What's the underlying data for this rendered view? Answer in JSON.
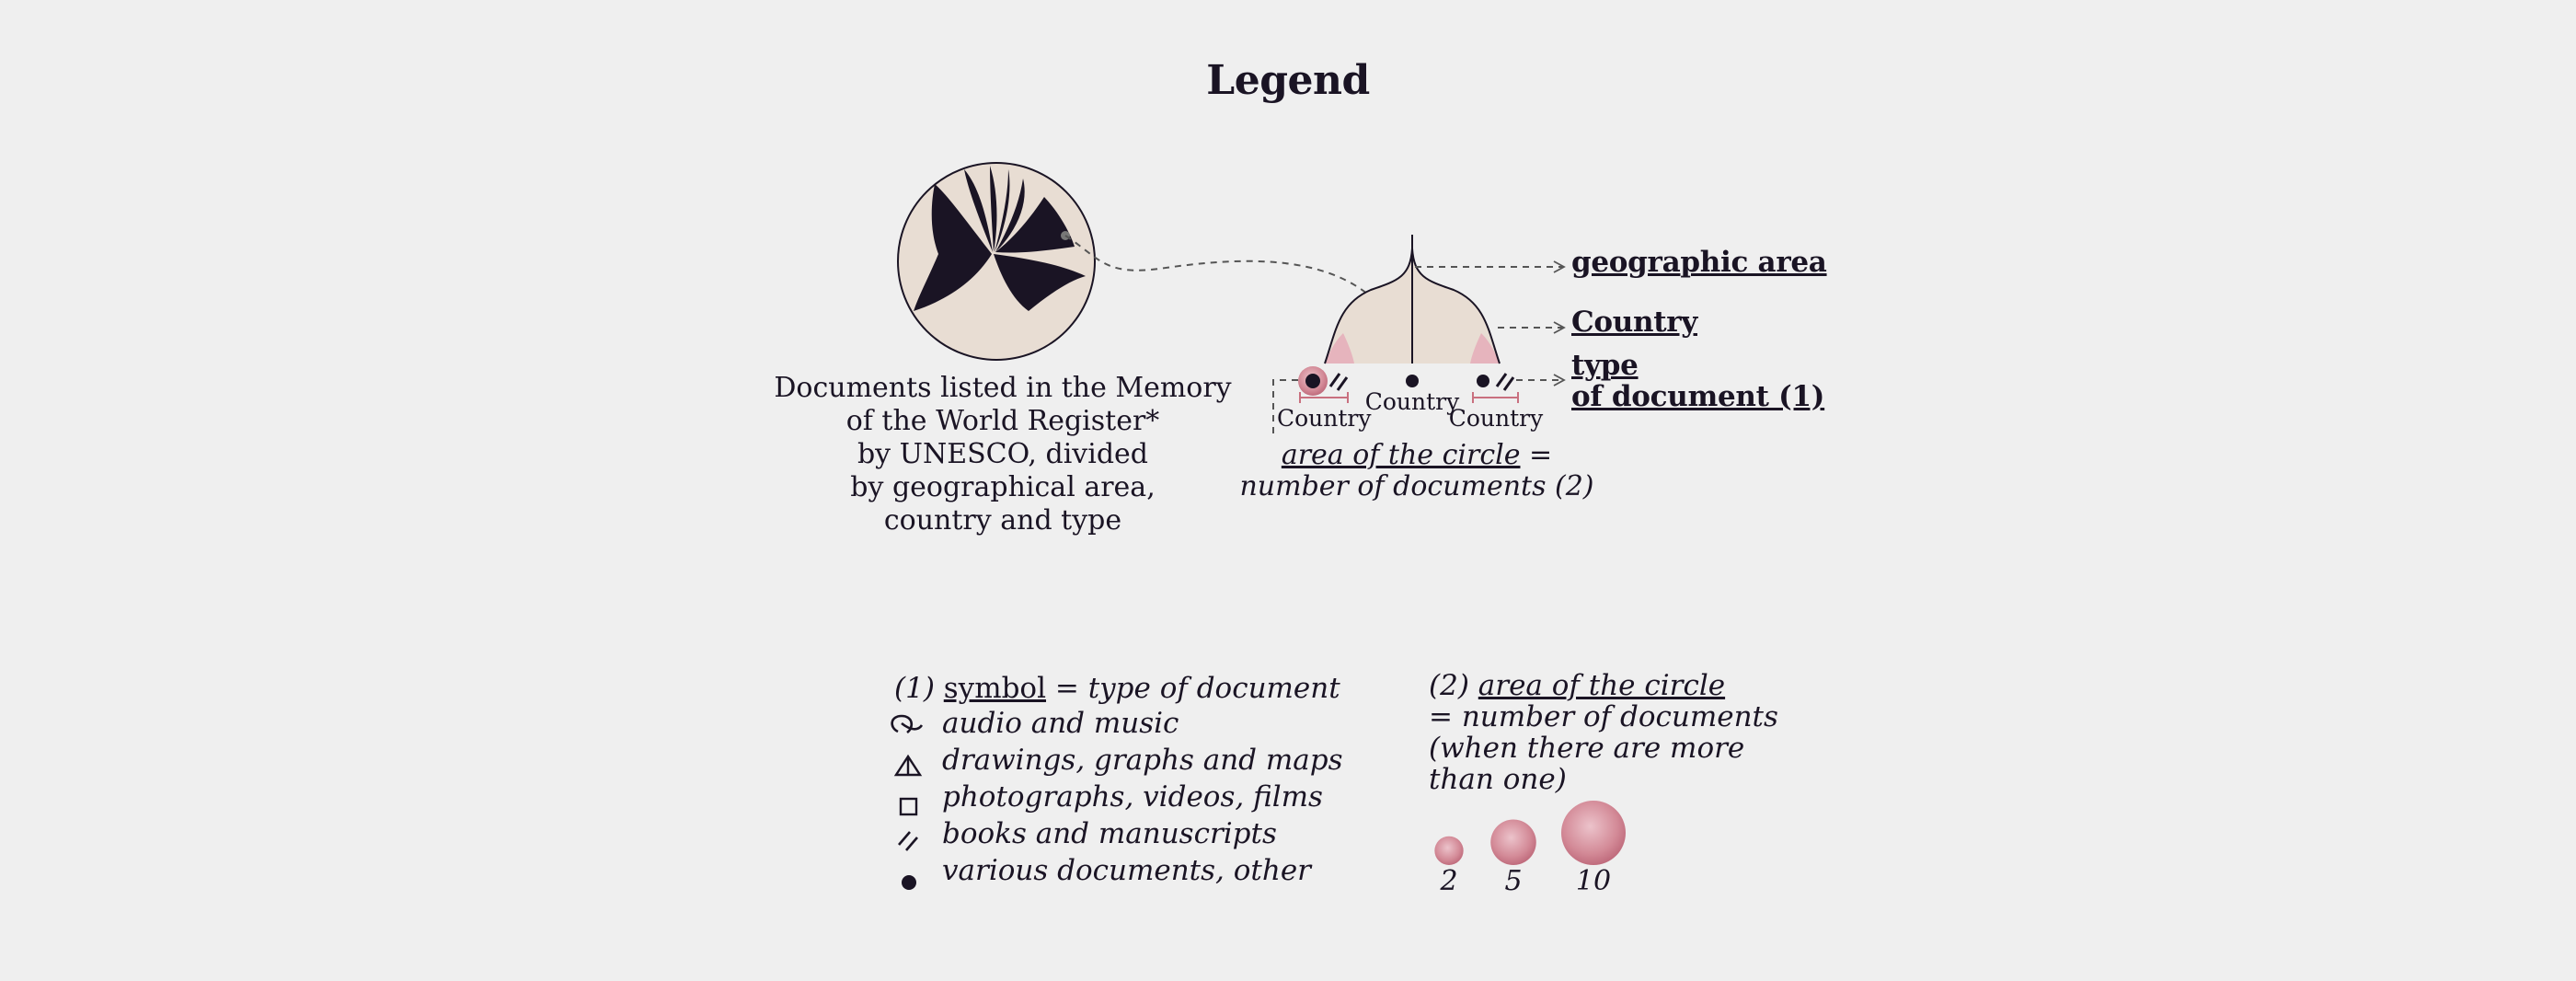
{
  "title": "Legend",
  "intro_lines": [
    "Documents listed in the Memory",
    "of the World Register*",
    "by UNESCO, divided",
    "by geographical area,",
    "country and type"
  ],
  "diagram": {
    "geographic_area_label": "geographic area",
    "country_label": "Country",
    "type_label_line1": "type",
    "type_label_line2": "of document (1)",
    "country_tags": [
      "Country",
      "Country",
      "Country"
    ],
    "area_note_underlined": "area of the circle",
    "area_note_eq": " =",
    "area_note_line2": "number of documents (2)"
  },
  "symbols": {
    "prefix": "(1) ",
    "heading_underlined": "symbol",
    "heading_rest": " = type of document",
    "items": [
      {
        "icon": "audio-music-icon",
        "label": "audio and music"
      },
      {
        "icon": "drawings-maps-icon",
        "label": "drawings, graphs and maps"
      },
      {
        "icon": "photographs-square-icon",
        "label": "photographs, videos, films"
      },
      {
        "icon": "books-slashes-icon",
        "label": "books and manuscripts"
      },
      {
        "icon": "various-dot-icon",
        "label": "various documents, other"
      }
    ]
  },
  "sizes": {
    "prefix": "(2) ",
    "heading_underlined": "area of the circle",
    "lines": [
      "= number of documents",
      "(when there are more",
      "than one)"
    ],
    "values": [
      2,
      5,
      10
    ]
  },
  "colors": {
    "background": "#efefef",
    "ink": "#1a1424",
    "petal_fill": "#e8ddd3",
    "accent_pink": "#c9707f",
    "pink_light": "#e6b4bd"
  }
}
